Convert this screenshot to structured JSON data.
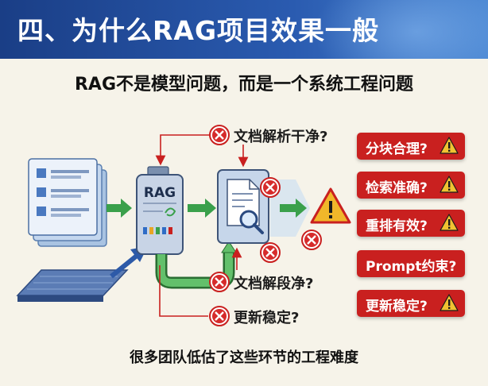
{
  "header": {
    "title": "四、为什么RAG项目效果一般"
  },
  "subtitle": "RAG不是模型问题，而是一个系统工程问题",
  "diagram": {
    "rag_label": "RAG",
    "questions": [
      "文档解析干净?",
      "文档解段净?",
      "更新稳定?"
    ]
  },
  "checklist": [
    "分块合理?",
    "检索准确?",
    "重排有效?",
    "Prompt约束?",
    "更新稳定?"
  ],
  "footer": "很多团队低估了这些环节的工程难度",
  "colors": {
    "header": "#1f4a98",
    "accent_red": "#c9201f",
    "arrow_green": "#3aa04b",
    "background": "#f6f3e9"
  }
}
